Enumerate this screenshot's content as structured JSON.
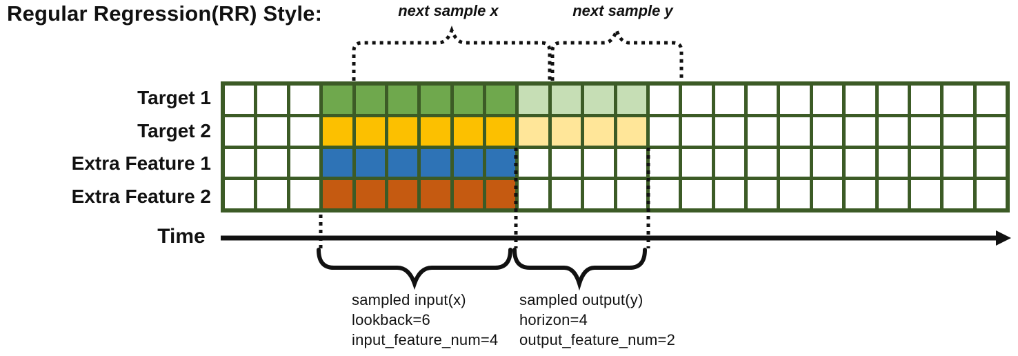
{
  "title": "Regular Regression(RR) Style:",
  "colors": {
    "grid_border": "#3c5b26",
    "cell_empty": "#ffffff",
    "target1_input": "#6fa84d",
    "target1_output": "#c6deb5",
    "target2_input": "#fcc000",
    "target2_output": "#ffe699",
    "feature1_input": "#2e73b6",
    "feature2_input": "#c55a11",
    "annotation_line": "#111111"
  },
  "grid": {
    "total_columns": 24,
    "pre_columns": 3,
    "input_columns": 6,
    "output_columns": 4,
    "post_columns": 11,
    "rows": [
      {
        "label": "Target 1",
        "input_color": "#6fa84d",
        "output_color": "#c6deb5"
      },
      {
        "label": "Target 2",
        "input_color": "#fcc000",
        "output_color": "#ffe699"
      },
      {
        "label": "Extra Feature 1",
        "input_color": "#2e73b6",
        "output_color": "#ffffff"
      },
      {
        "label": "Extra Feature 2",
        "input_color": "#c55a11",
        "output_color": "#ffffff"
      }
    ]
  },
  "annotations": {
    "next_sample_x": "next sample x",
    "next_sample_y": "next sample y",
    "time_label": "Time",
    "input_block": [
      "sampled input(x)",
      "lookback=6",
      "input_feature_num=4"
    ],
    "output_block": [
      "sampled output(y)",
      "horizon=4",
      "output_feature_num=2"
    ]
  }
}
